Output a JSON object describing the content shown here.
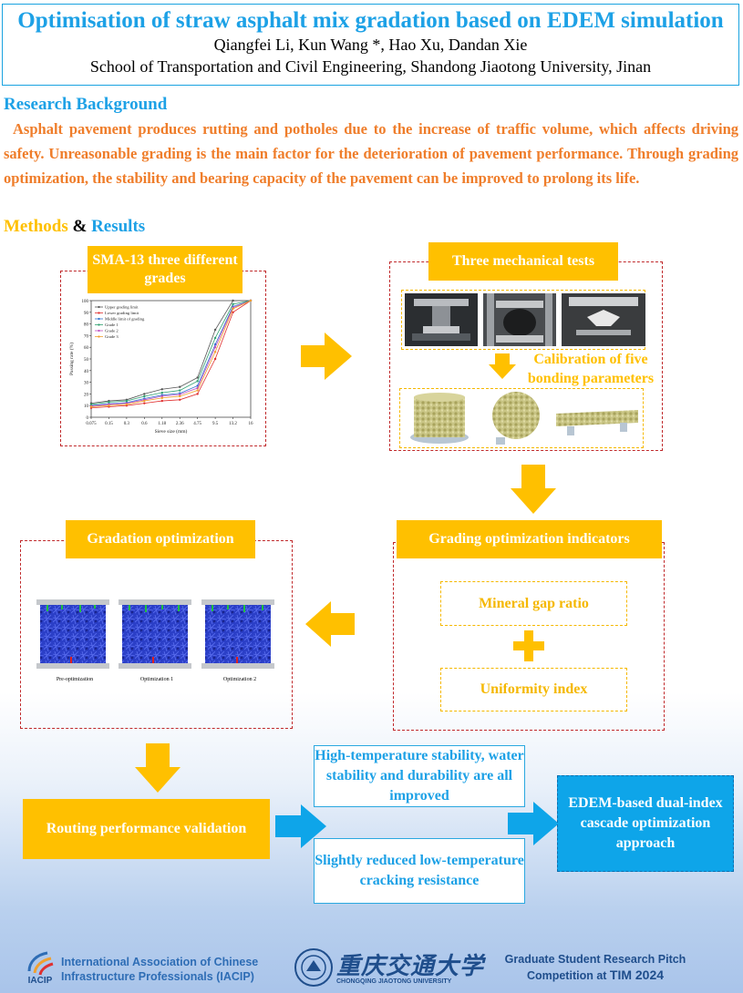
{
  "header": {
    "title": "Optimisation of straw asphalt mix gradation based on EDEM simulation",
    "authors": "Qiangfei Li, Kun Wang *, Hao Xu, Dandan Xie",
    "affiliation": "School of Transportation and Civil Engineering, Shandong Jiaotong University, Jinan"
  },
  "background": {
    "heading": "Research Background",
    "text": "Asphalt pavement produces rutting and potholes due to the increase of traffic volume, which affects driving safety. Unreasonable grading is the main factor for the deterioration of pavement performance. Through grading optimization, the stability and bearing capacity of the pavement can be improved to prolong its life."
  },
  "methods_results": {
    "methods": "Methods",
    "amp": "&",
    "results": "Results"
  },
  "flow": {
    "sma_label": "SMA-13 three different grades",
    "mech_label": "Three mechanical tests",
    "calibration_label": "Calibration of five bonding parameters",
    "grading_ind_label": "Grading optimization indicators",
    "indicator_1": "Mineral gap ratio",
    "indicator_2": "Uniformity index",
    "gradation_opt_label": "Gradation optimization",
    "opt_captions": [
      "Pre-optimization",
      "Optimization 1",
      "Optimization 2"
    ],
    "routing_label": "Routing performance validation",
    "result_1": "High-temperature stability, water stability and durability are all improved",
    "result_2": "Slightly reduced low-temperature cracking resistance",
    "final_label": "EDEM-based dual-index cascade optimization approach"
  },
  "chart_data": {
    "type": "line",
    "xlabel": "Sieve size (mm)",
    "ylabel": "Passing rate (%)",
    "categories": [
      "0.075",
      "0.15",
      "0.3",
      "0.6",
      "1.18",
      "2.36",
      "4.75",
      "9.5",
      "13.2",
      "16"
    ],
    "ylim": [
      0,
      100
    ],
    "yticks": [
      0,
      10,
      20,
      30,
      40,
      50,
      60,
      70,
      80,
      90,
      100
    ],
    "legend_position": "top-left",
    "series": [
      {
        "name": "Upper grading limit",
        "color": "#555555",
        "values": [
          12,
          14,
          15,
          20,
          24,
          26,
          34,
          75,
          100,
          100
        ]
      },
      {
        "name": "Lower grading limit",
        "color": "#e03030",
        "values": [
          8,
          9,
          10,
          12,
          14,
          15,
          20,
          50,
          90,
          100
        ]
      },
      {
        "name": "Middle limit of grading",
        "color": "#3070d0",
        "values": [
          10,
          11.5,
          12.5,
          16,
          19,
          20.5,
          27,
          62.5,
          95,
          100
        ]
      },
      {
        "name": "Grade 1",
        "color": "#30a070",
        "values": [
          11,
          13,
          14,
          18,
          21,
          23,
          31,
          68,
          97,
          100
        ]
      },
      {
        "name": "Grade 2",
        "color": "#c050c0",
        "values": [
          9.5,
          11,
          12,
          15,
          18,
          19.5,
          25,
          60,
          94,
          100
        ]
      },
      {
        "name": "Grade 3",
        "color": "#f0a030",
        "values": [
          9,
          10,
          11,
          14,
          16.5,
          18,
          23,
          56,
          93,
          100
        ]
      }
    ]
  },
  "colors": {
    "accent_blue": "#1da1e6",
    "gold": "#ffc000",
    "orange_text": "#ef7d2a",
    "arrow_blue": "#0ea5e9"
  },
  "footer": {
    "iacip_name_line1": "International Association of Chinese",
    "iacip_name_line2": "Infrastructure Professionals (IACIP)",
    "iacip_logo_text": "IACIP",
    "cqjtu_cn": "重庆交通大学",
    "cqjtu_en": "CHONGQING JIAOTONG UNIVERSITY",
    "pitch_line1": "Graduate Student Research Pitch",
    "pitch_line2_prefix": "Competition at ",
    "pitch_tim": "TIM 2024"
  }
}
